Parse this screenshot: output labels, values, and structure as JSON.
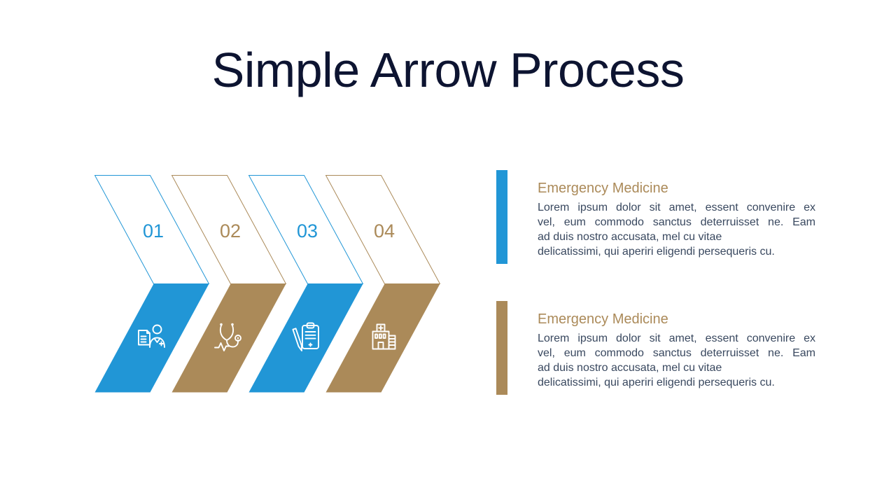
{
  "slide": {
    "title": "Simple Arrow Process"
  },
  "colors": {
    "blue": "#2196d6",
    "tan": "#ab8a59",
    "title": "#0d1431",
    "body": "#39485f"
  },
  "steps": [
    {
      "number": "01",
      "accent": "#2196d6",
      "icon": "doctor-report-icon"
    },
    {
      "number": "02",
      "accent": "#ab8a59",
      "icon": "stethoscope-icon"
    },
    {
      "number": "03",
      "accent": "#2196d6",
      "icon": "clipboard-pen-icon"
    },
    {
      "number": "04",
      "accent": "#ab8a59",
      "icon": "hospital-building-icon"
    }
  ],
  "cards": [
    {
      "title": "Emergency Medicine",
      "accent": "#2196d6",
      "body_lines": [
        "Lorem ipsum dolor sit amet, essent convenire ex",
        "vel, eum commodo sanctus deterruisset ne. Eam",
        "ad duis nostro accusata, mel cu vitae",
        "delicatissimi, qui aperiri eligendi persequeris cu."
      ]
    },
    {
      "title": "Emergency Medicine",
      "accent": "#ab8a59",
      "body_lines": [
        "Lorem ipsum dolor sit amet, essent convenire ex",
        "vel, eum commodo sanctus deterruisset ne. Eam",
        "ad duis nostro accusata, mel cu vitae",
        "delicatissimi, qui aperiri eligendi persequeris cu."
      ]
    }
  ]
}
